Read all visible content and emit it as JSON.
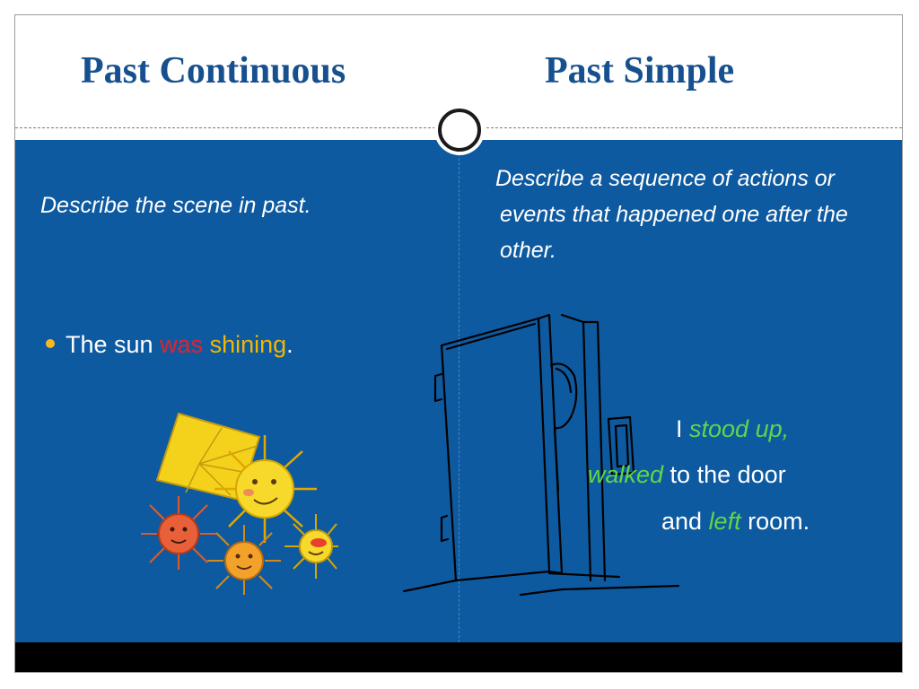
{
  "slide": {
    "left_title": "Past Continuous",
    "right_title": "Past Simple"
  },
  "left": {
    "description": "Describe the scene in past.",
    "example": {
      "prefix": "The sun ",
      "aux": "was",
      "space": " ",
      "verb": "shining",
      "suffix": "."
    },
    "picture_icon": "suns-drawing"
  },
  "right": {
    "description": "Describe a sequence of actions or events that happened one after the other.",
    "lines": [
      {
        "pre": "I ",
        "verb": "stood up,",
        "post": ""
      },
      {
        "pre": "",
        "verb": "walked",
        "post": " to the door"
      },
      {
        "pre": "and ",
        "verb": "left",
        "post": " room."
      }
    ],
    "picture_icon": "door-sketch"
  },
  "colors": {
    "title": "#17508f",
    "background": "#0e5aa0",
    "was": "#e8202a",
    "shining": "#f2b500",
    "past_simple_verbs": "#5fd64a",
    "bullet": "#f5b820"
  }
}
